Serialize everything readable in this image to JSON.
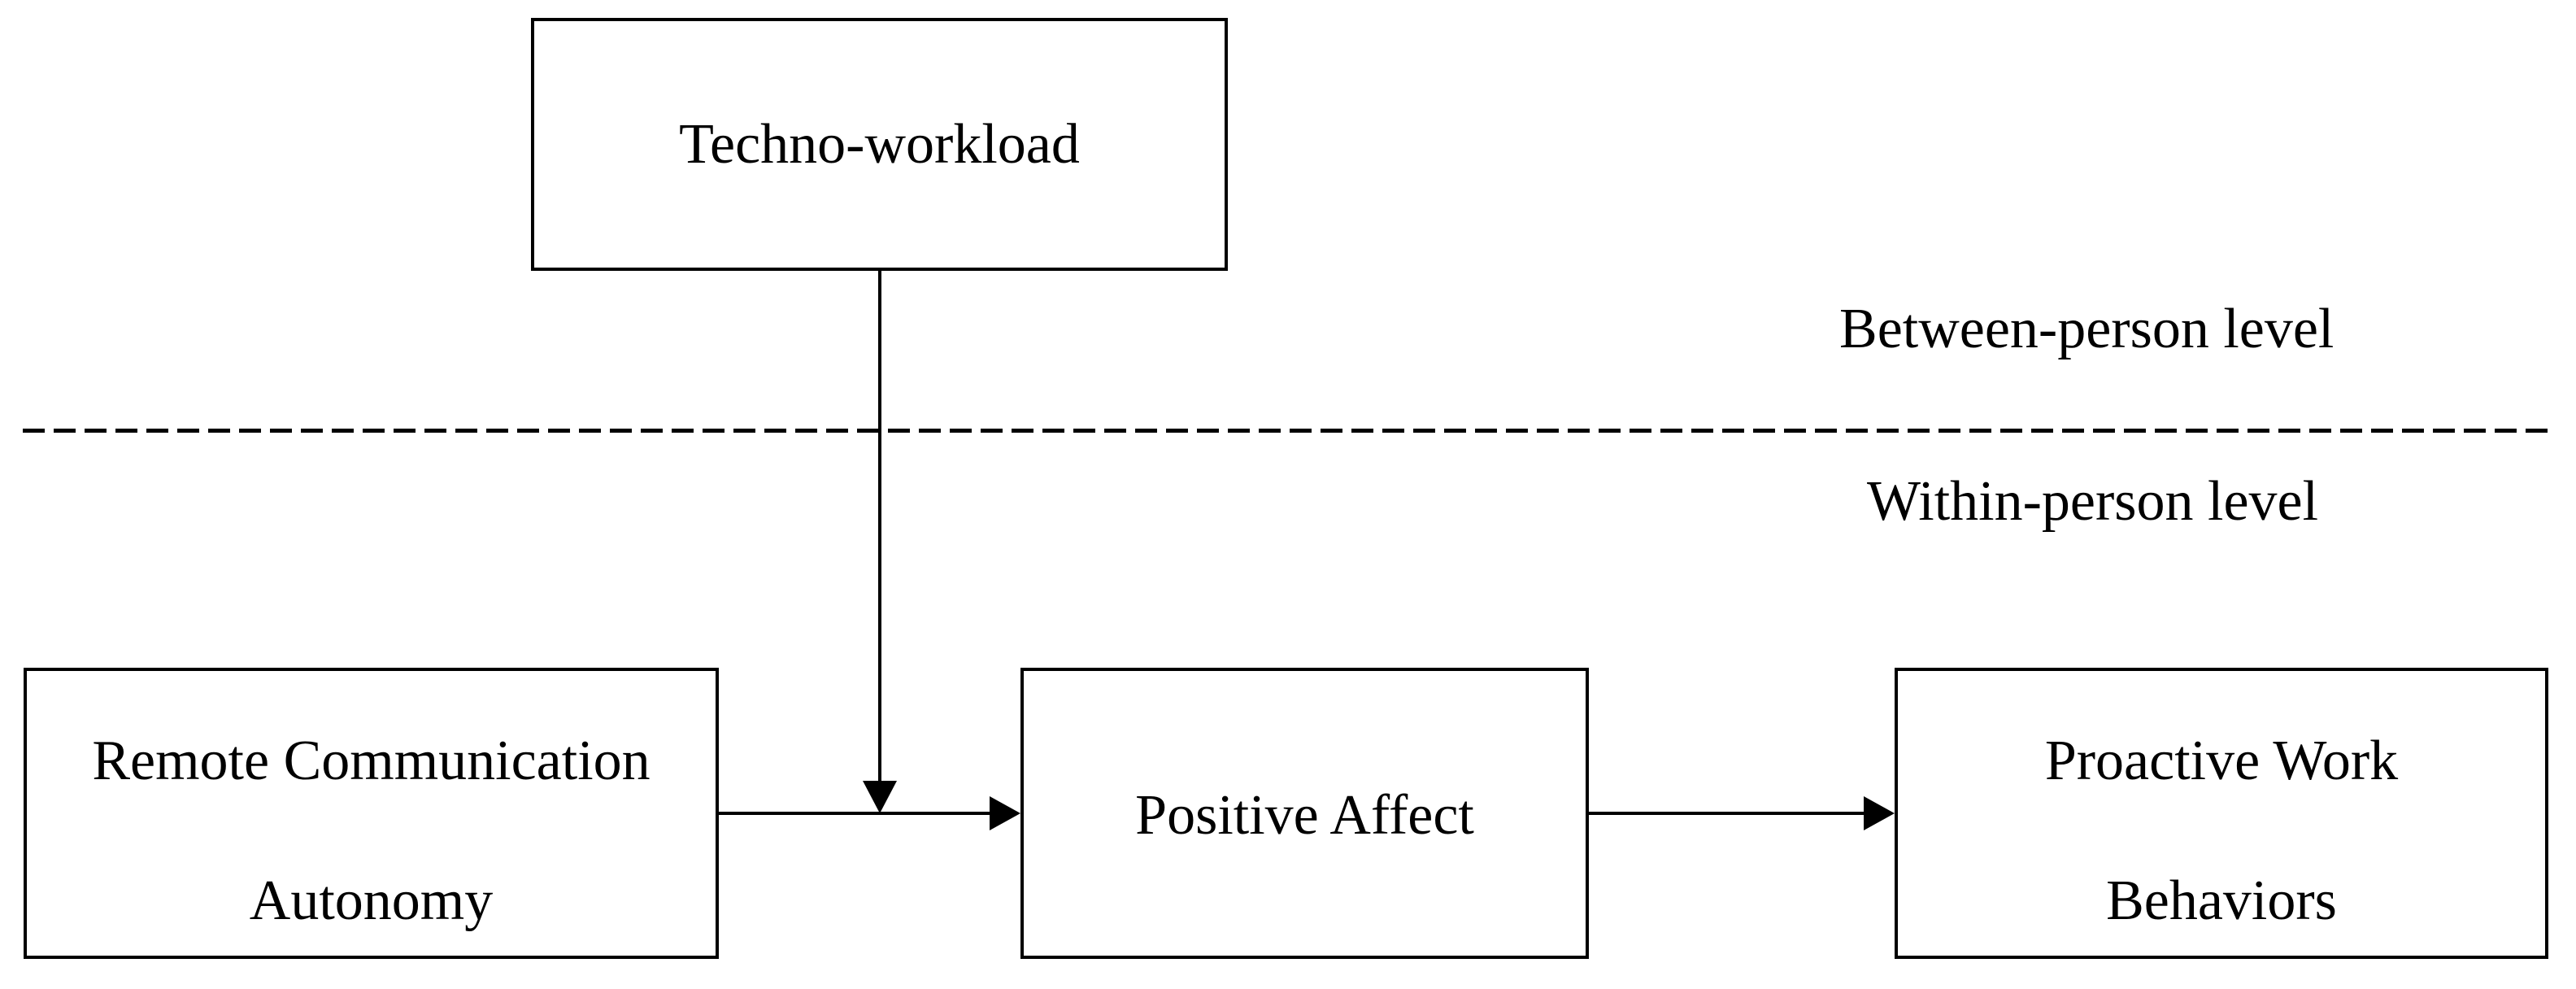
{
  "figure": {
    "type": "conceptual-model-diagram",
    "background_color": "#ffffff",
    "line_color": "#000000",
    "text_color": "#000000",
    "levels": {
      "between_label": "Between-person level",
      "within_label": "Within-person level"
    },
    "boxes": {
      "techno_workload": {
        "label": "Techno-workload",
        "level": "between-person"
      },
      "remote_communication_autonomy": {
        "line1": "Remote Communication",
        "line2": "Autonomy",
        "level": "within-person"
      },
      "positive_affect": {
        "label": "Positive Affect",
        "level": "within-person"
      },
      "proactive_work_behaviors": {
        "line1": "Proactive Work",
        "line2": "Behaviors",
        "level": "within-person"
      }
    },
    "edges": [
      {
        "from": "remote_communication_autonomy",
        "to": "positive_affect",
        "style": "solid-arrow"
      },
      {
        "from": "positive_affect",
        "to": "proactive_work_behaviors",
        "style": "solid-arrow"
      },
      {
        "from": "techno_workload",
        "to": "path remote_communication_autonomy → positive_affect",
        "style": "solid-arrow-moderation"
      }
    ],
    "divider": {
      "style": "dashed-horizontal-line"
    }
  }
}
